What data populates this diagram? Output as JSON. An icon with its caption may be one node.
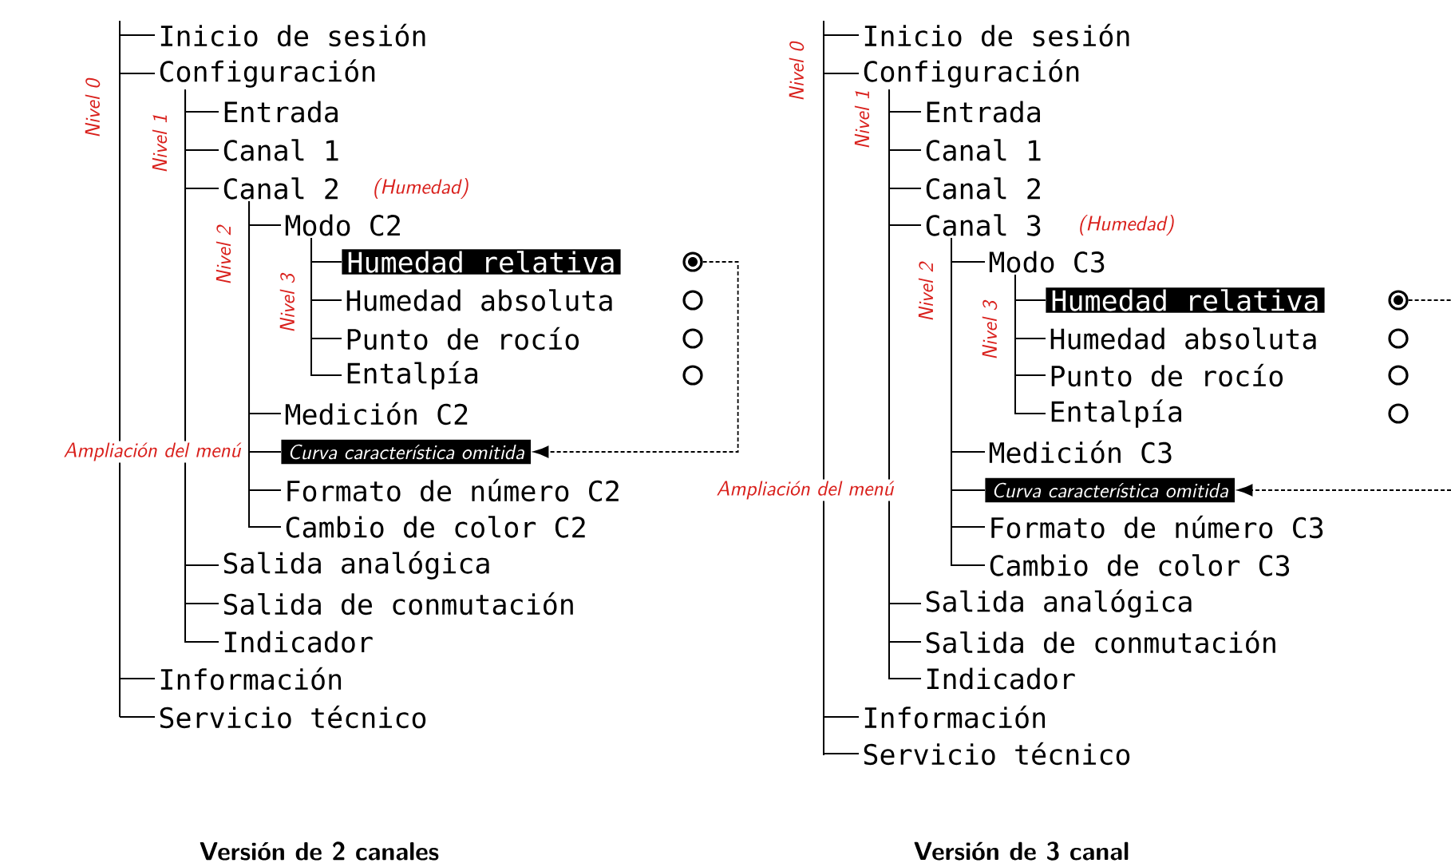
{
  "diagram": {
    "nodes": [
      {
        "text": [
          "Inicio de sesión"
        ]
      },
      {
        "text": [
          "Configuración"
        ]
      },
      {
        "text": [
          "Entrada"
        ]
      },
      {
        "text": [
          "Canal 1"
        ]
      },
      {
        "text": [
          "Canal 2"
        ]
      },
      {
        "text": [
          "Modo C2"
        ]
      },
      {
        "text": [
          "Humedad relativa"
        ]
      },
      {
        "text": [],
        "shape": "circle"
      },
      {
        "text": [
          "Humedad absoluta"
        ]
      },
      {
        "text": [],
        "shape": "circle"
      },
      {
        "text": [
          "Punto de rocío"
        ]
      },
      {
        "text": [],
        "shape": "circle"
      },
      {
        "text": [
          "Entalpía"
        ]
      },
      {
        "text": [],
        "shape": "circle"
      },
      {
        "text": [
          "Medición C2"
        ]
      },
      {
        "text": [
          "Curva característica omitida"
        ]
      },
      {
        "text": [
          "Formato de número C2"
        ]
      },
      {
        "text": [
          "Cambio de color C2"
        ]
      },
      {
        "text": [
          "Salida analógica"
        ]
      },
      {
        "text": [
          "Salida de conmutación"
        ]
      },
      {
        "text": [
          "Indicador"
        ]
      },
      {
        "text": [
          "Información"
        ]
      },
      {
        "text": [
          "Servicio técnico"
        ]
      },
      {
        "text": [
          "Inicio de sesión"
        ]
      },
      {
        "text": [
          "Configuración"
        ]
      },
      {
        "text": [
          "Entrada"
        ]
      },
      {
        "text": [
          "Canal 1"
        ]
      },
      {
        "text": [
          "Canal 2"
        ]
      },
      {
        "text": [
          "Canal 3"
        ]
      },
      {
        "text": [
          "Modo C3"
        ]
      },
      {
        "text": [
          "Humedad relativa"
        ]
      },
      {
        "text": [],
        "shape": "circle"
      },
      {
        "text": [
          "Humedad absoluta"
        ]
      },
      {
        "text": [],
        "shape": "circle"
      },
      {
        "text": [
          "Punto de rocío"
        ]
      },
      {
        "text": [],
        "shape": "circle"
      },
      {
        "text": [
          "Entalpía"
        ]
      },
      {
        "text": [],
        "shape": "circle"
      },
      {
        "text": [
          "Medición C3"
        ]
      },
      {
        "text": [
          "Curva característica omitida"
        ]
      },
      {
        "text": [
          "Formato de número C3"
        ]
      },
      {
        "text": [
          "Cambio de color C3"
        ]
      },
      {
        "text": [
          "Salida analógica"
        ]
      },
      {
        "text": [
          "Salida de conmutación"
        ]
      },
      {
        "text": [
          "Indicador"
        ]
      },
      {
        "text": [
          "Información"
        ]
      },
      {
        "text": [
          "Servicio técnico"
        ]
      },
      {
        "text": [],
        "shape": "bar"
      },
      {
        "text": [],
        "shape": "bar"
      }
    ],
    "edges": [
      {
        "from": 1,
        "to": 2,
        "arrow": "none"
      },
      {
        "from": 1,
        "to": 3,
        "arrow": "none"
      },
      {
        "from": 1,
        "to": 4,
        "arrow": "none"
      },
      {
        "from": 1,
        "to": 18,
        "arrow": "none"
      },
      {
        "from": 1,
        "to": 19,
        "arrow": "none"
      },
      {
        "from": 1,
        "to": 20,
        "arrow": "none"
      },
      {
        "from": 4,
        "to": 5,
        "arrow": "none"
      },
      {
        "from": 4,
        "to": 14,
        "arrow": "none"
      },
      {
        "from": 4,
        "to": 15,
        "arrow": "none"
      },
      {
        "from": 4,
        "to": 16,
        "arrow": "none"
      },
      {
        "from": 4,
        "to": 17,
        "arrow": "none"
      },
      {
        "from": 5,
        "to": 6,
        "arrow": "none"
      },
      {
        "from": 5,
        "to": 8,
        "arrow": "none"
      },
      {
        "from": 5,
        "to": 10,
        "arrow": "none"
      },
      {
        "from": 5,
        "to": 12,
        "arrow": "none"
      },
      {
        "from": 7,
        "to": 15,
        "arrow": "to",
        "style": "dashed"
      },
      {
        "from": 24,
        "to": 25,
        "arrow": "none"
      },
      {
        "from": 24,
        "to": 26,
        "arrow": "none"
      },
      {
        "from": 24,
        "to": 27,
        "arrow": "none"
      },
      {
        "from": 24,
        "to": 28,
        "arrow": "none"
      },
      {
        "from": 24,
        "to": 42,
        "arrow": "none"
      },
      {
        "from": 24,
        "to": 43,
        "arrow": "none"
      },
      {
        "from": 24,
        "to": 44,
        "arrow": "none"
      },
      {
        "from": 28,
        "to": 29,
        "arrow": "none"
      },
      {
        "from": 28,
        "to": 38,
        "arrow": "none"
      },
      {
        "from": 28,
        "to": 39,
        "arrow": "none"
      },
      {
        "from": 28,
        "to": 40,
        "arrow": "none"
      },
      {
        "from": 28,
        "to": 41,
        "arrow": "none"
      },
      {
        "from": 29,
        "to": 30,
        "arrow": "none"
      },
      {
        "from": 29,
        "to": 32,
        "arrow": "none"
      },
      {
        "from": 29,
        "to": 34,
        "arrow": "none"
      },
      {
        "from": 29,
        "to": 36,
        "arrow": "none"
      },
      {
        "from": 31,
        "to": null,
        "arrow": "none",
        "style": "dashed"
      },
      {
        "from": null,
        "to": 39,
        "arrow": "to",
        "style": "dashed"
      },
      {
        "from": 47,
        "to": 0,
        "arrow": "none"
      },
      {
        "from": 47,
        "to": 1,
        "arrow": "none"
      },
      {
        "from": 47,
        "to": 21,
        "arrow": "none"
      },
      {
        "from": 47,
        "to": 22,
        "arrow": "none"
      },
      {
        "from": 48,
        "to": 23,
        "arrow": "none"
      },
      {
        "from": 48,
        "to": 24,
        "arrow": "none"
      },
      {
        "from": 48,
        "to": 45,
        "arrow": "none"
      },
      {
        "from": 48,
        "to": 46,
        "arrow": "none"
      }
    ],
    "labels": [
      "Nivel 0",
      "Nivel 1",
      "(Humedad)",
      "Nivel 2",
      "Nivel 3",
      "Ampliación del menú",
      "Nivel 0",
      "Nivel 1",
      "(Humedad)",
      "Nivel 2",
      "Nivel 3",
      "Ampliación del menú",
      "Versión de 2 canales",
      "Versión de 3 canal"
    ]
  }
}
